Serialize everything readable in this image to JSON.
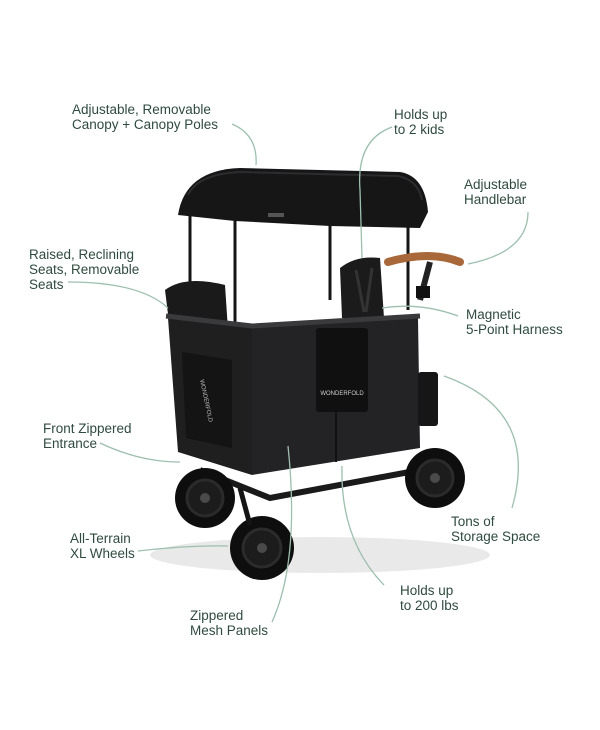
{
  "brand": "WONDERFOLD",
  "colors": {
    "label_text": "#2f4a3e",
    "leader_line": "#9dbfae",
    "wagon_body": "#1f1f20",
    "wagon_dark": "#0e0e0f",
    "handle_leather": "#a8683a",
    "rim": "#3a3a3c"
  },
  "callouts": {
    "canopy": [
      "Adjustable, Removable",
      "Canopy + Canopy Poles"
    ],
    "kids": [
      "Holds up",
      "to 2 kids"
    ],
    "handlebar": [
      "Adjustable",
      "Handlebar"
    ],
    "seats": [
      "Raised, Reclining",
      "Seats, Removable",
      "Seats"
    ],
    "harness": [
      "Magnetic",
      "5-Point Harness"
    ],
    "entrance": [
      "Front Zippered",
      "Entrance"
    ],
    "storage": [
      "Tons of",
      "Storage Space"
    ],
    "wheels": [
      "All-Terrain",
      "XL Wheels"
    ],
    "weight": [
      "Holds up",
      "to 200 lbs"
    ],
    "mesh": [
      "Zippered",
      "Mesh Panels"
    ]
  }
}
